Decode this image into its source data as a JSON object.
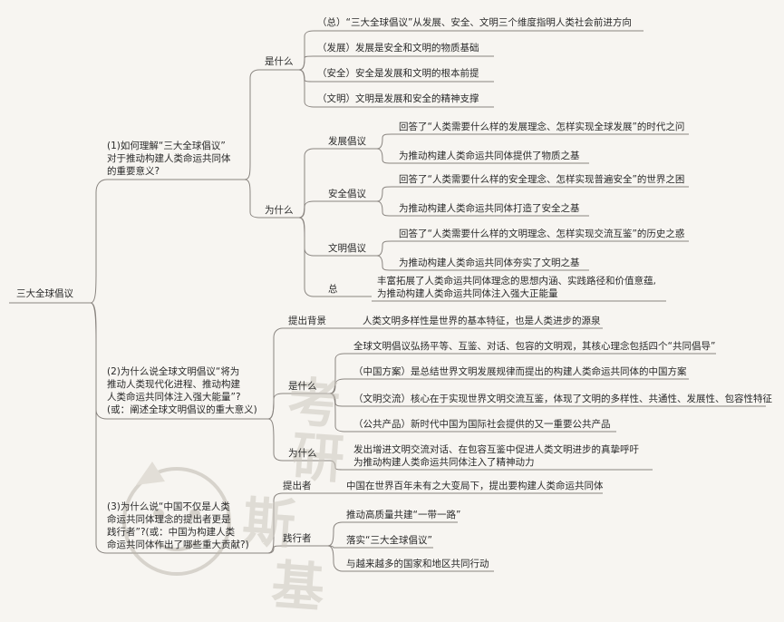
{
  "root": "三大全球倡议",
  "q1": {
    "label": "(1)如何理解“三大全球倡议”\n对于推动构建人类命运共同体\n的重要意义?",
    "what": {
      "label": "是什么",
      "items": [
        "（总）“三大全球倡议”从发展、安全、文明三个维度指明人类社会前进方向",
        "（发展）发展是安全和文明的物质基础",
        "（安全）安全是发展和文明的根本前提",
        "（文明）文明是发展和安全的精神支撑"
      ]
    },
    "why": {
      "label": "为什么",
      "dev": {
        "label": "发展倡议",
        "items": [
          "回答了“人类需要什么样的发展理念、怎样实现全球发展”的时代之问",
          "为推动构建人类命运共同体提供了物质之基"
        ]
      },
      "sec": {
        "label": "安全倡议",
        "items": [
          "回答了“人类需要什么样的安全理念、怎样实现普遍安全”的世界之困",
          "为推动构建人类命运共同体打造了安全之基"
        ]
      },
      "civ": {
        "label": "文明倡议",
        "items": [
          "回答了“人类需要什么样的文明理念、怎样实现交流互鉴”的历史之惑",
          "为推动构建人类命运共同体夯实了文明之基"
        ]
      },
      "sum": {
        "label": "总",
        "text": "丰富拓展了人类命运共同体理念的思想内涵、实践路径和价值意蕴,\n为推动构建人类命运共同体注入强大正能量"
      }
    }
  },
  "q2": {
    "label": "(2)为什么说全球文明倡议“将为\n推动人类现代化进程、推动构建\n人类命运共同体注入强大能量”?\n(或：阐述全球文明倡议的重大意义)",
    "bg": {
      "label": "提出背景",
      "text": "人类文明多样性是世界的基本特征，也是人类进步的源泉"
    },
    "what": {
      "label": "是什么",
      "items": [
        "全球文明倡议弘扬平等、互鉴、对话、包容的文明观，其核心理念包括四个“共同倡导”",
        "（中国方案）是总结世界文明发展规律而提出的构建人类命运共同体的中国方案",
        "（文明交流）核心在于实现世界文明交流互鉴，体现了文明的多样性、共通性、发展性、包容性特征",
        "（公共产品）新时代中国为国际社会提供的又一重要公共产品"
      ]
    },
    "why": {
      "label": "为什么",
      "text": "发出增进文明交流对话、在包容互鉴中促进人类文明进步的真挚呼吁\n为推动构建人类命运共同体注入了精神动力"
    }
  },
  "q3": {
    "label": "(3)为什么说“中国不仅是人类\n命运共同体理念的提出者更是\n践行者”?(或：中国为构建人类\n命运共同体作出了哪些重大贡献?)",
    "proposer": {
      "label": "提出者",
      "text": "中国在世界百年未有之大变局下，提出要构建人类命运共同体"
    },
    "practitioner": {
      "label": "践行者",
      "items": [
        "推动高质量共建“一带一路”",
        "落实“三大全球倡议”",
        "与越来越多的国家和地区共同行动"
      ]
    }
  },
  "watermark": [
    "考",
    "研",
    "斯",
    "基"
  ]
}
